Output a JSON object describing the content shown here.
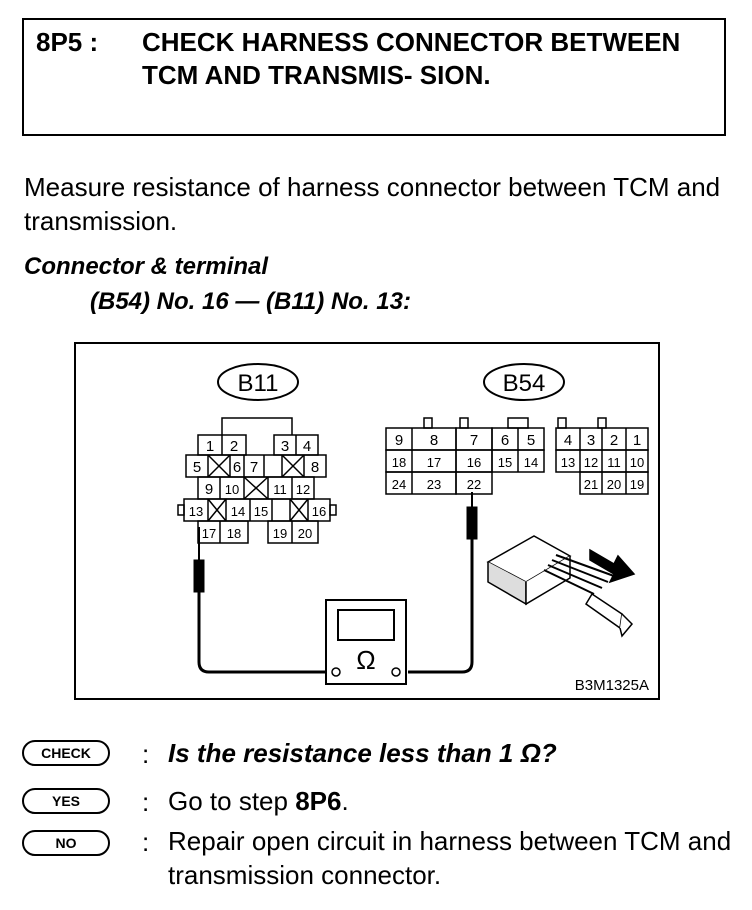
{
  "header": {
    "step": "8P5 :",
    "title": "CHECK HARNESS CONNECTOR BETWEEN TCM AND TRANSMIS- SION."
  },
  "intro": "Measure resistance of harness connector between TCM and transmission.",
  "connector": {
    "heading": "Connector & terminal",
    "spec": "(B54) No. 16 — (B11) No. 13:"
  },
  "figure": {
    "b11_label": "B11",
    "b54_label": "B54",
    "ohm_symbol": "Ω",
    "code": "B3M1325A",
    "b11_terminals": [
      "1",
      "2",
      "3",
      "4",
      "5",
      "6",
      "7",
      "8",
      "9",
      "10",
      "11",
      "12",
      "13",
      "14",
      "15",
      "16",
      "17",
      "18",
      "19",
      "20"
    ],
    "b54_terminals": [
      "9",
      "8",
      "7",
      "6",
      "5",
      "4",
      "3",
      "2",
      "1",
      "18",
      "17",
      "16",
      "15",
      "14",
      "13",
      "12",
      "11",
      "10",
      "24",
      "23",
      "22",
      "21",
      "20",
      "19"
    ]
  },
  "results": {
    "check_badge": "CHECK",
    "check_text": "Is the resistance less than 1 Ω?",
    "yes_badge": "YES",
    "yes_prefix": "Go to step ",
    "yes_step": "8P6",
    "yes_suffix": ".",
    "no_badge": "NO",
    "no_text": "Repair open circuit in harness between TCM and transmission connector."
  }
}
